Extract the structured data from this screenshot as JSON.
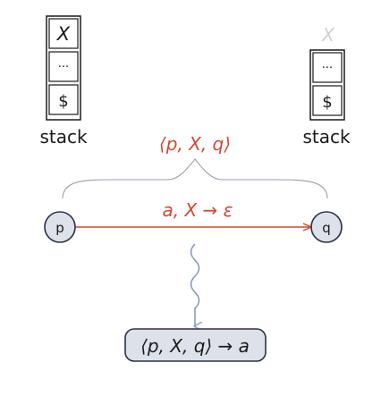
{
  "left_stack": {
    "cells": [
      "X",
      "···",
      "$"
    ],
    "label": "stack"
  },
  "right_stack": {
    "ghost_top": "X",
    "cells": [
      "···",
      "$"
    ],
    "label": "stack"
  },
  "triple_label": "⟨p, X, q⟩",
  "transition": {
    "from_state": "p",
    "to_state": "q",
    "label": "a, X → ε"
  },
  "production": "⟨p, X, q⟩ → a",
  "colors": {
    "ink": "#1a1a1a",
    "accent": "#d6452f",
    "state_fill": "#dde1ea",
    "state_stroke": "#2a3146",
    "brace": "#9a9fb0",
    "squiggle": "#8c9cc6",
    "ghost": "#cfcfcf"
  }
}
